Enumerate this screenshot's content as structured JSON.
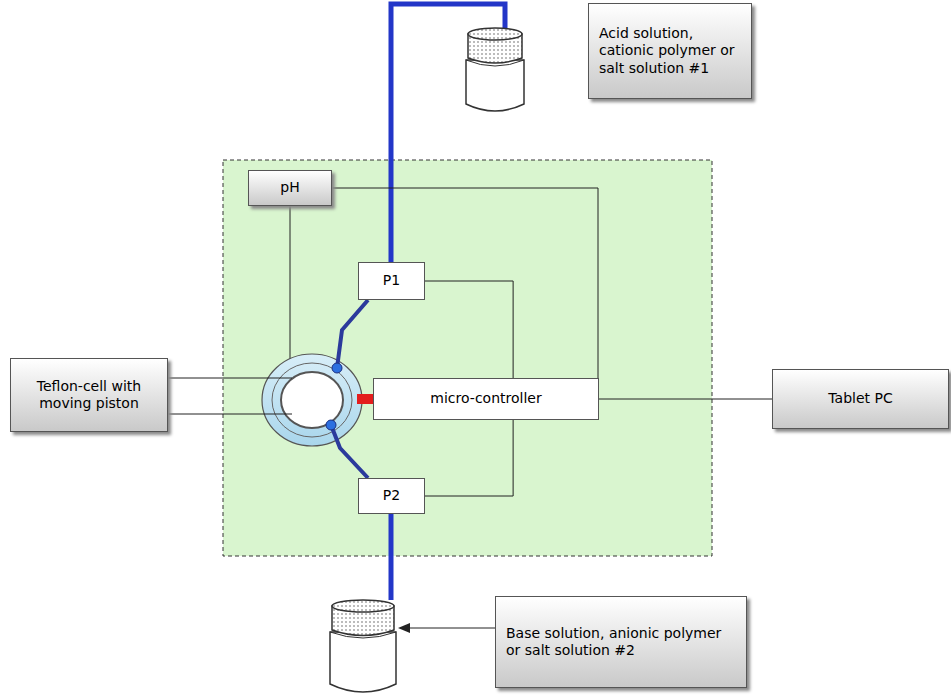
{
  "diagram": {
    "nodes": [
      {
        "text": [
          "Acid solution, cationic polymer or salt solution #1"
        ]
      },
      {
        "text": [
          "pH"
        ]
      },
      {
        "text": [
          "P1"
        ]
      },
      {
        "text": [
          "Teflon-cell with moving piston"
        ]
      },
      {
        "text": [
          "micro-controller"
        ]
      },
      {
        "text": [
          "Tablet PC"
        ]
      },
      {
        "text": [
          "P2"
        ]
      },
      {
        "text": [
          "Base solution, anionic polymer or salt solution #2"
        ]
      }
    ],
    "edges": [
      {
        "from": 1,
        "to": 4,
        "arrow": "none"
      },
      {
        "from": 2,
        "to": 4,
        "arrow": "none"
      },
      {
        "from": 4,
        "to": 6,
        "arrow": "none"
      },
      {
        "from": 4,
        "to": 5,
        "arrow": "none"
      }
    ]
  }
}
